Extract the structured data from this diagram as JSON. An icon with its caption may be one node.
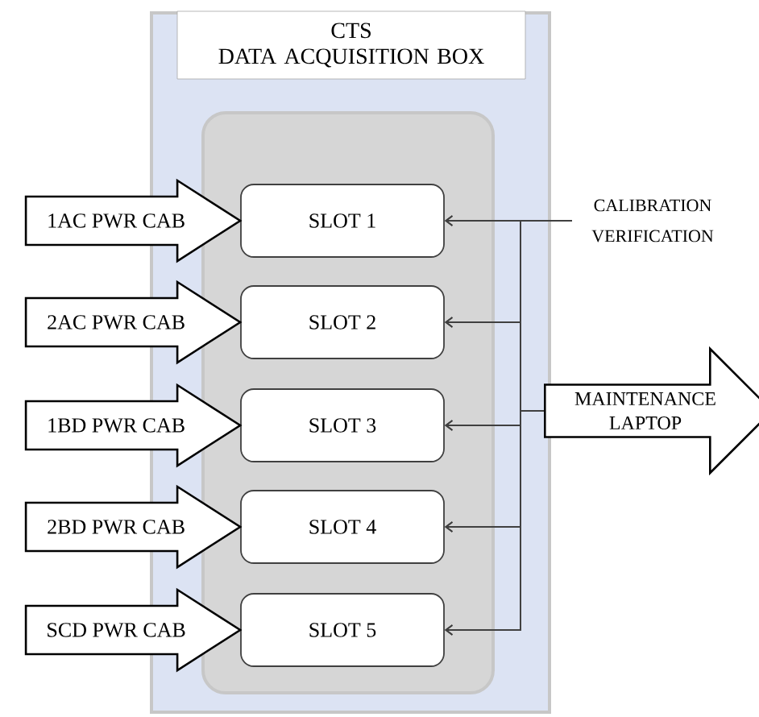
{
  "diagram": {
    "nodes": [
      {
        "text": [
          "CTS DATA ACQUISITION BOX"
        ]
      },
      {
        "text": [],
        "shape": "box",
        "in": 0
      },
      {
        "text": [
          "SLOT 1"
        ],
        "in": 1
      },
      {
        "text": [
          "SLOT 2"
        ],
        "in": 1
      },
      {
        "text": [
          "SLOT 3"
        ],
        "in": 1
      },
      {
        "text": [
          "SLOT 4"
        ],
        "in": 1
      },
      {
        "text": [
          "SLOT 5"
        ],
        "in": 1
      },
      {
        "text": [
          "CALIBRATION VERIFICATION"
        ]
      },
      {
        "text": [
          "MAINTENANCE LAPTOP"
        ]
      }
    ],
    "edges": [
      {
        "from": null,
        "to": 2,
        "arrow": "to",
        "label": "1AC PWR CAB",
        "style": "thick"
      },
      {
        "from": null,
        "to": 3,
        "arrow": "to",
        "label": "2AC PWR CAB",
        "style": "thick"
      },
      {
        "from": null,
        "to": 4,
        "arrow": "to",
        "label": "1BD PWR CAB",
        "style": "thick"
      },
      {
        "from": null,
        "to": 5,
        "arrow": "to",
        "label": "2BD PWR CAB",
        "style": "thick"
      },
      {
        "from": null,
        "to": 6,
        "arrow": "to",
        "label": "SCD PWR CAB",
        "style": "thick"
      },
      {
        "from": 7,
        "to": 2,
        "arrow": "to"
      },
      {
        "from": 7,
        "to": 3,
        "arrow": "to"
      },
      {
        "from": 7,
        "to": 4,
        "arrow": "to"
      },
      {
        "from": 7,
        "to": 5,
        "arrow": "to"
      },
      {
        "from": 7,
        "to": 6,
        "arrow": "to"
      },
      {
        "from": 8,
        "to": 2,
        "arrow": "to"
      },
      {
        "from": 8,
        "to": 3,
        "arrow": "to"
      },
      {
        "from": 8,
        "to": 4,
        "arrow": "to"
      },
      {
        "from": 8,
        "to": 5,
        "arrow": "to"
      },
      {
        "from": 8,
        "to": 6,
        "arrow": "to"
      }
    ]
  }
}
